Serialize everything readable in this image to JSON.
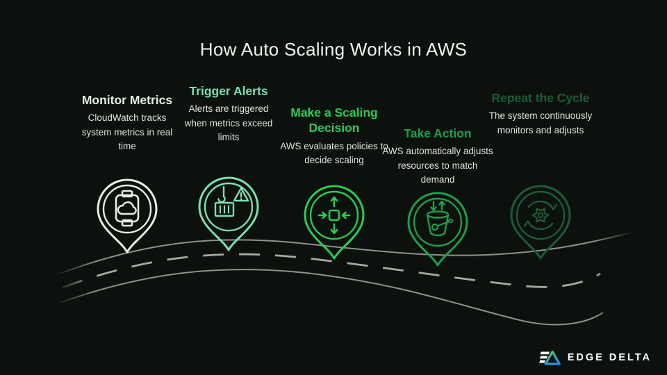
{
  "title": "How Auto Scaling Works in AWS",
  "steps": [
    {
      "id": "monitor-metrics",
      "heading": "Monitor Metrics",
      "description": "CloudWatch tracks system metrics in real time",
      "icon": "cloudwatch-watch-icon",
      "accent": "#e3f0e6"
    },
    {
      "id": "trigger-alerts",
      "heading": "Trigger Alerts",
      "description": "Alerts are triggered when metrics exceed limits",
      "icon": "hook-container-warning-icon",
      "accent": "#7ddfae"
    },
    {
      "id": "make-scaling-decision",
      "heading": "Make a Scaling Decision",
      "description": "AWS evaluates policies to decide scaling",
      "icon": "scaling-arrows-icon",
      "accent": "#2bcb55"
    },
    {
      "id": "take-action",
      "heading": "Take Action",
      "description": "AWS automatically adjusts resources to match demand",
      "icon": "bucket-arrows-icon",
      "accent": "#1f9e4b"
    },
    {
      "id": "repeat-cycle",
      "heading": "Repeat the Cycle",
      "description": "The system continuously monitors and adjusts",
      "icon": "gear-refresh-icon",
      "accent": "#1d5c35"
    }
  ],
  "footer": {
    "brand_name": "EDGE DELTA"
  },
  "colors": {
    "background": "#0c110d",
    "title_text": "#f2f4f0",
    "body_text": "#dfe3de",
    "road_edge": "#8f928c",
    "road_dash": "#a8aaa4",
    "logo_green": "#4ed169",
    "logo_blue": "#2b8cf0",
    "brand_text": "#ffffff"
  }
}
